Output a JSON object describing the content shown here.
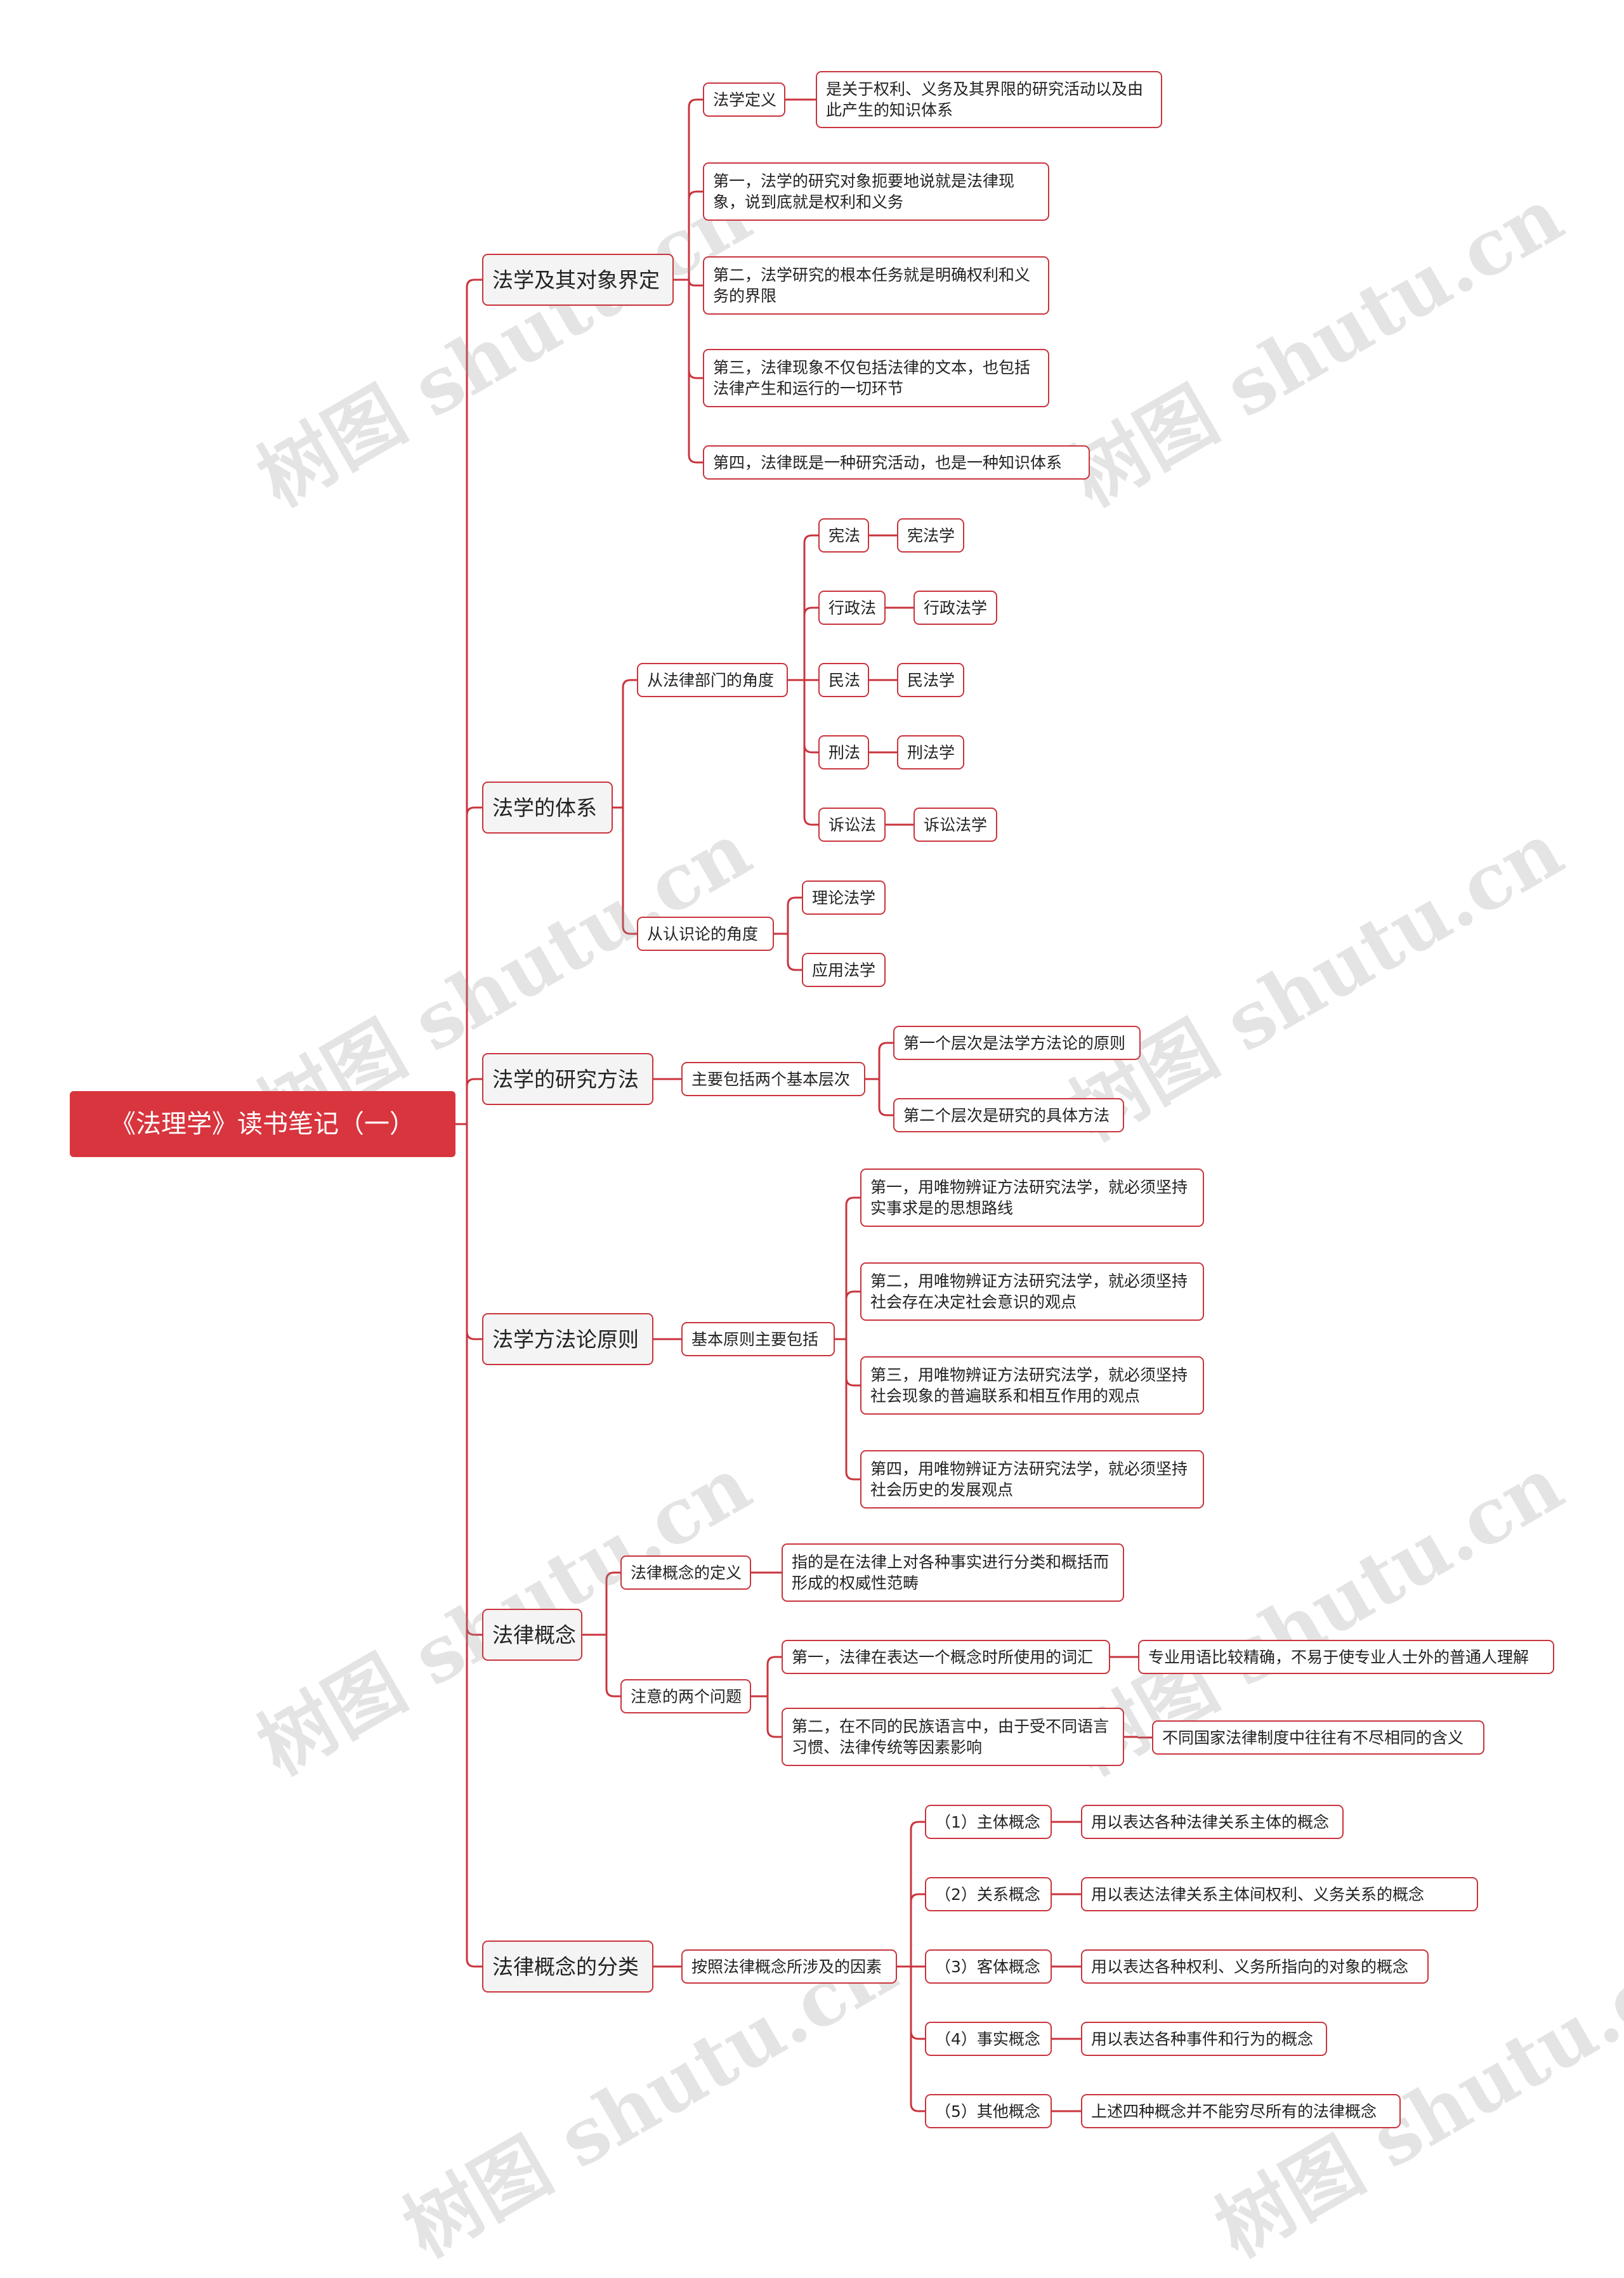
{
  "watermark": "树图 shutu.cn",
  "colors": {
    "accent": "#d8353e",
    "line": "#c9343d",
    "branch_bg": "#f4f4f4"
  },
  "root": "《法理学》读书笔记（一）",
  "sections": {
    "s1": {
      "title": "法学及其对象界定",
      "def_label": "法学定义",
      "def_text": "是关于权利、义务及其界限的研究活动以及由此产生的知识体系",
      "p1": "第一，法学的研究对象扼要地说就是法律现象，说到底就是权利和义务",
      "p2": "第二，法学研究的根本任务就是明确权利和义务的界限",
      "p3": "第三，法律现象不仅包括法律的文本，也包括法律产生和运行的一切环节",
      "p4": "第四，法律既是一种研究活动，也是一种知识体系"
    },
    "s2": {
      "title": "法学的体系",
      "branch_a": "从法律部门的角度",
      "pairs": [
        {
          "law": "宪法",
          "science": "宪法学"
        },
        {
          "law": "行政法",
          "science": "行政法学"
        },
        {
          "law": "民法",
          "science": "民法学"
        },
        {
          "law": "刑法",
          "science": "刑法学"
        },
        {
          "law": "诉讼法",
          "science": "诉讼法学"
        }
      ],
      "branch_b": "从认识论的角度",
      "b_items": [
        "理论法学",
        "应用法学"
      ]
    },
    "s3": {
      "title": "法学的研究方法",
      "mid": "主要包括两个基本层次",
      "items": [
        "第一个层次是法学方法论的原则",
        "第二个层次是研究的具体方法"
      ]
    },
    "s4": {
      "title": "法学方法论原则",
      "mid": "基本原则主要包括",
      "items": [
        "第一，用唯物辨证方法研究法学，就必须坚持实事求是的思想路线",
        "第二，用唯物辨证方法研究法学，就必须坚持社会存在决定社会意识的观点",
        "第三，用唯物辨证方法研究法学，就必须坚持社会现象的普遍联系和相互作用的观点",
        "第四，用唯物辨证方法研究法学，就必须坚持社会历史的发展观点"
      ]
    },
    "s5": {
      "title": "法律概念",
      "def_label": "法律概念的定义",
      "def_text": "指的是在法律上对各种事实进行分类和概括而形成的权威性范畴",
      "issues_label": "注意的两个问题",
      "issue1": "第一，法律在表达一个概念时所使用的词汇",
      "issue1_note": "专业用语比较精确，不易于使专业人士外的普通人理解",
      "issue2": "第二，在不同的民族语言中，由于受不同语言习惯、法律传统等因素影响",
      "issue2_note": "不同国家法律制度中往往有不尽相同的含义"
    },
    "s6": {
      "title": "法律概念的分类",
      "mid": "按照法律概念所涉及的因素",
      "items": [
        {
          "label": "（1）主体概念",
          "desc": "用以表达各种法律关系主体的概念"
        },
        {
          "label": "（2）关系概念",
          "desc": "用以表达法律关系主体间权利、义务关系的概念"
        },
        {
          "label": "（3）客体概念",
          "desc": "用以表达各种权利、义务所指向的对象的概念"
        },
        {
          "label": "（4）事实概念",
          "desc": "用以表达各种事件和行为的概念"
        },
        {
          "label": "（5）其他概念",
          "desc": "上述四种概念并不能穷尽所有的法律概念"
        }
      ]
    }
  }
}
